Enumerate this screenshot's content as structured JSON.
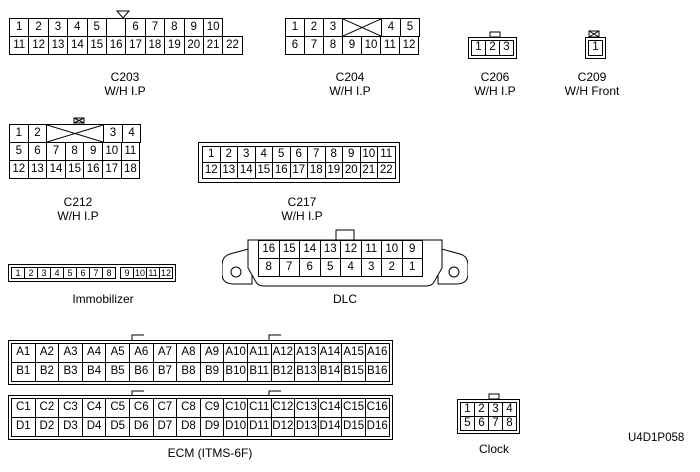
{
  "connectors": {
    "c203": {
      "name": "C203",
      "location": "W/H I.P",
      "row1": [
        "1",
        "2",
        "3",
        "4",
        "5",
        "",
        "6",
        "7",
        "8",
        "9",
        "10"
      ],
      "row2": [
        "11",
        "12",
        "13",
        "14",
        "15",
        "16",
        "17",
        "18",
        "19",
        "20",
        "21",
        "22"
      ]
    },
    "c204": {
      "name": "C204",
      "location": "W/H I.P",
      "row1": [
        "1",
        "2",
        "3",
        "",
        "4",
        "5"
      ],
      "row2": [
        "6",
        "7",
        "8",
        "9",
        "10",
        "11",
        "12"
      ]
    },
    "c206": {
      "name": "C206",
      "location": "W/H I.P",
      "pins": [
        "1",
        "2",
        "3"
      ]
    },
    "c209": {
      "name": "C209",
      "location": "W/H Front",
      "pins": [
        "1"
      ]
    },
    "c212": {
      "name": "C212",
      "location": "W/H I.P",
      "row1": [
        "1",
        "2",
        "",
        "3",
        "4"
      ],
      "row2": [
        "5",
        "6",
        "7",
        "8",
        "9",
        "10",
        "11"
      ],
      "row3": [
        "12",
        "13",
        "14",
        "15",
        "16",
        "17",
        "18"
      ]
    },
    "c217": {
      "name": "C217",
      "location": "W/H I.P",
      "row1": [
        "1",
        "2",
        "3",
        "4",
        "5",
        "6",
        "7",
        "8",
        "9",
        "10",
        "11"
      ],
      "row2": [
        "12",
        "13",
        "14",
        "15",
        "16",
        "17",
        "18",
        "19",
        "20",
        "21",
        "22"
      ]
    },
    "immobilizer": {
      "name": "Immobilizer",
      "pins": [
        "1",
        "2",
        "3",
        "4",
        "5",
        "6",
        "7",
        "8",
        "",
        "9",
        "10",
        "11",
        "12"
      ]
    },
    "dlc": {
      "name": "DLC",
      "row1": [
        "16",
        "15",
        "14",
        "13",
        "12",
        "11",
        "10",
        "9"
      ],
      "row2": [
        "8",
        "7",
        "6",
        "5",
        "4",
        "3",
        "2",
        "1"
      ]
    },
    "ecm": {
      "name": "ECM (ITMS-6F)",
      "rowA": [
        "A1",
        "A2",
        "A3",
        "A4",
        "A5",
        "A6",
        "A7",
        "A8",
        "A9",
        "A10",
        "A11",
        "A12",
        "A13",
        "A14",
        "A15",
        "A16"
      ],
      "rowB": [
        "B1",
        "B2",
        "B3",
        "B4",
        "B5",
        "B6",
        "B7",
        "B8",
        "B9",
        "B10",
        "B11",
        "B12",
        "B13",
        "B14",
        "B15",
        "B16"
      ],
      "rowC": [
        "C1",
        "C2",
        "C3",
        "C4",
        "C5",
        "C6",
        "C7",
        "C8",
        "C9",
        "C10",
        "C11",
        "C12",
        "C13",
        "C14",
        "C15",
        "C16"
      ],
      "rowD": [
        "D1",
        "D2",
        "D3",
        "D4",
        "D5",
        "D6",
        "D7",
        "D8",
        "D9",
        "D10",
        "D11",
        "D12",
        "D13",
        "D14",
        "D15",
        "D16"
      ]
    },
    "clock": {
      "name": "Clock",
      "row1": [
        "1",
        "2",
        "3",
        "4"
      ],
      "row2": [
        "5",
        "6",
        "7",
        "8"
      ]
    }
  },
  "figure_id": "U4D1P058"
}
